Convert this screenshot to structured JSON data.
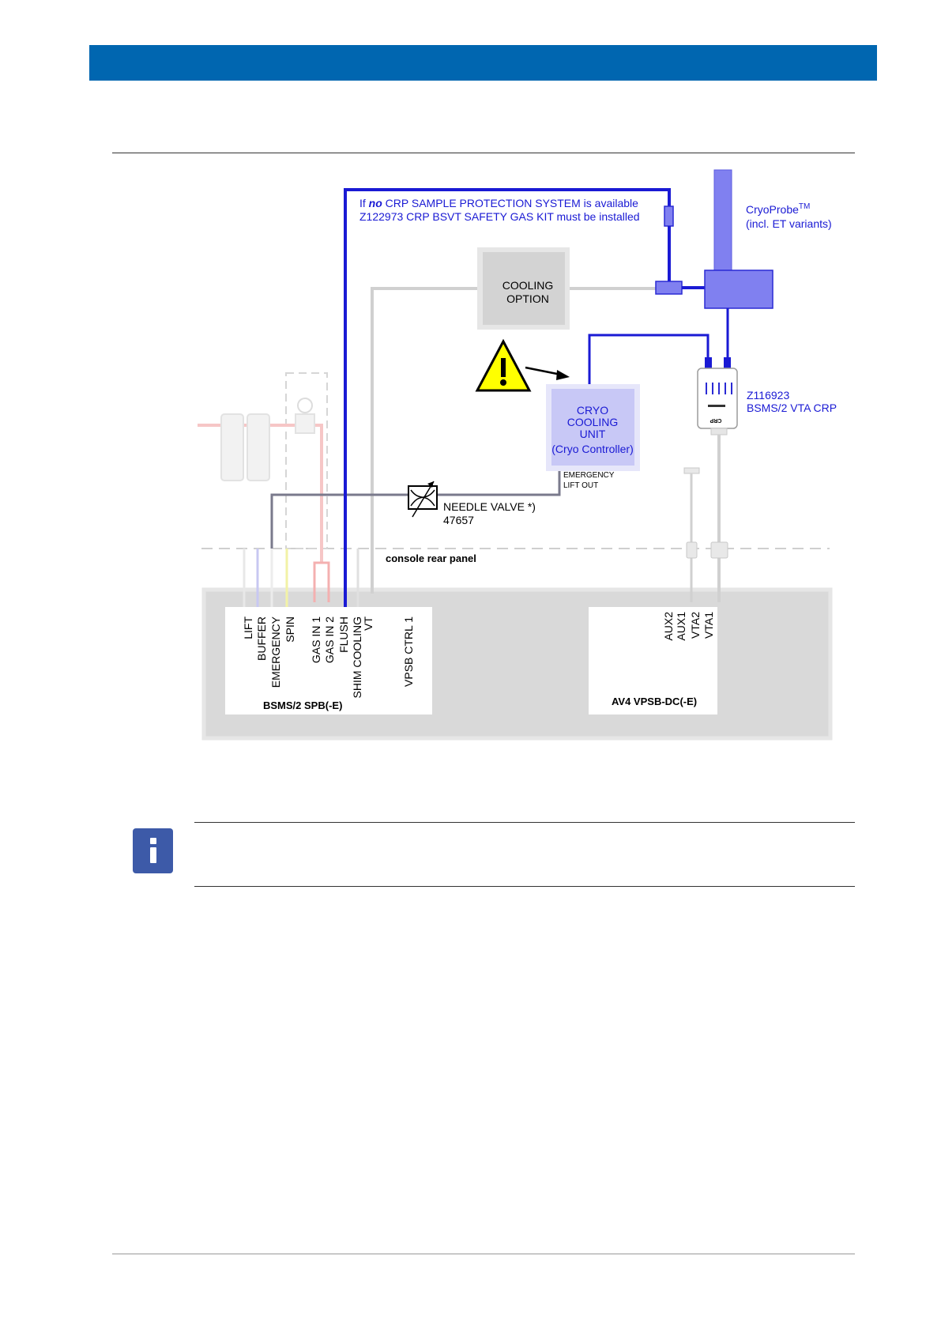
{
  "colors": {
    "header_bar": "#0066b0",
    "diagram_blue": "#1a1ad4",
    "probe_fill": "#8080f0",
    "info_icon": "#3d5aa8"
  },
  "diagram": {
    "safety_note_line1_prefix": "If ",
    "safety_note_line1_em": "no",
    "safety_note_line1_rest": " CRP SAMPLE PROTECTION SYSTEM is available",
    "safety_note_line2": "Z122973 CRP BSVT SAFETY GAS KIT must be installed",
    "cryoprobe_label": "CryoProbe",
    "cryoprobe_sup": "TM",
    "cryoprobe_sub": "(incl. ET variants)",
    "cooling_option": [
      "COOLING",
      "OPTION"
    ],
    "cryo_unit": [
      "CRYO",
      "COOLING",
      "UNIT",
      "(Cryo Controller)"
    ],
    "vta_part": "Z116923",
    "vta_name": "BSMS/2 VTA CRP",
    "vta_device_text": "CRP",
    "emergency_lift_out": [
      "EMERGENCY",
      "LIFT OUT"
    ],
    "needle_valve": "NEEDLE VALVE *)",
    "needle_valve_part": "47657",
    "console_rear_panel": "console rear panel",
    "spb_ports": [
      "LIFT",
      "BUFFER",
      "EMERGENCY",
      "SPIN",
      "GAS IN 1",
      "GAS IN 2",
      "FLUSH",
      "SHIM COOLING",
      "VT",
      "VPSB CTRL 1"
    ],
    "spb_name": "BSMS/2 SPB(-E)",
    "vpsb_ports": [
      "AUX2",
      "AUX1",
      "VTA2",
      "VTA1"
    ],
    "vpsb_name": "AV4 VPSB-DC(-E)"
  },
  "info_icon_name": "info-icon"
}
